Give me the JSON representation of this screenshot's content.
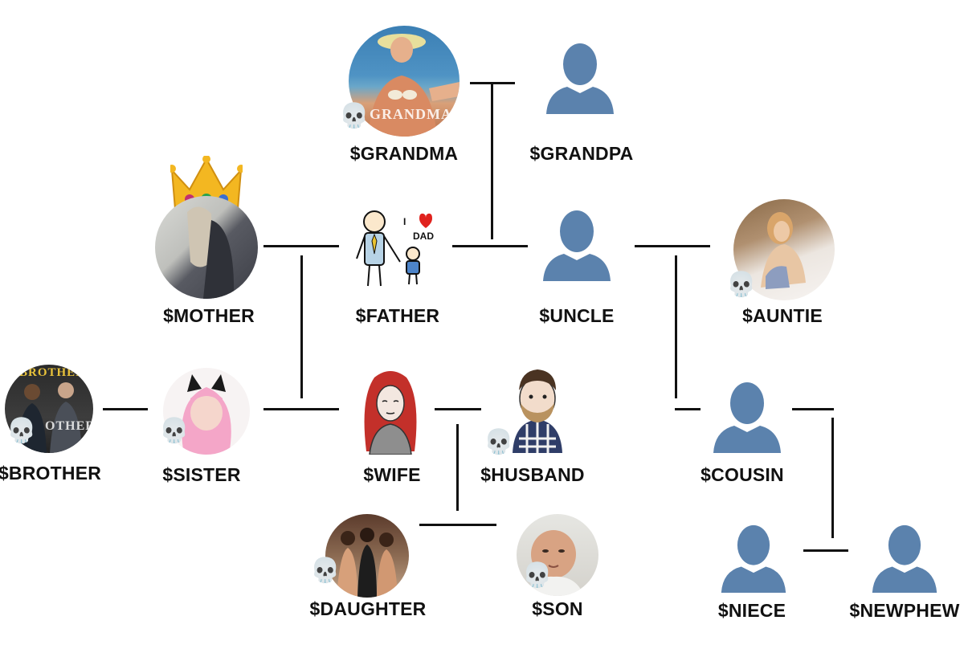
{
  "labels": {
    "grandma": "$GRANDMA",
    "grandpa": "$GRANDPA",
    "mother": "$MOTHER",
    "father": "$FATHER",
    "uncle": "$UNCLE",
    "auntie": "$AUNTIE",
    "brother": "$BROTHER",
    "sister": "$SISTER",
    "wife": "$WIFE",
    "husband": "$HUSBAND",
    "cousin": "$COUSIN",
    "daughter": "$DAUGHTER",
    "son": "$SON",
    "niece": "$NIECE",
    "newphew": "$NEWPHEW"
  },
  "image_text": {
    "grandma_caption": "GRANDMA",
    "brother_caption_top": "BROTHER",
    "brother_caption_bottom": "OTHER",
    "dad_card_i": "I",
    "dad_card_dad": "DAD"
  },
  "icons": {
    "skull": "💀",
    "crown": "crown-icon",
    "placeholder": "person-silhouette-icon"
  },
  "colors": {
    "line": "#111111",
    "silhouette": "#5b82ad",
    "label": "#111111"
  }
}
